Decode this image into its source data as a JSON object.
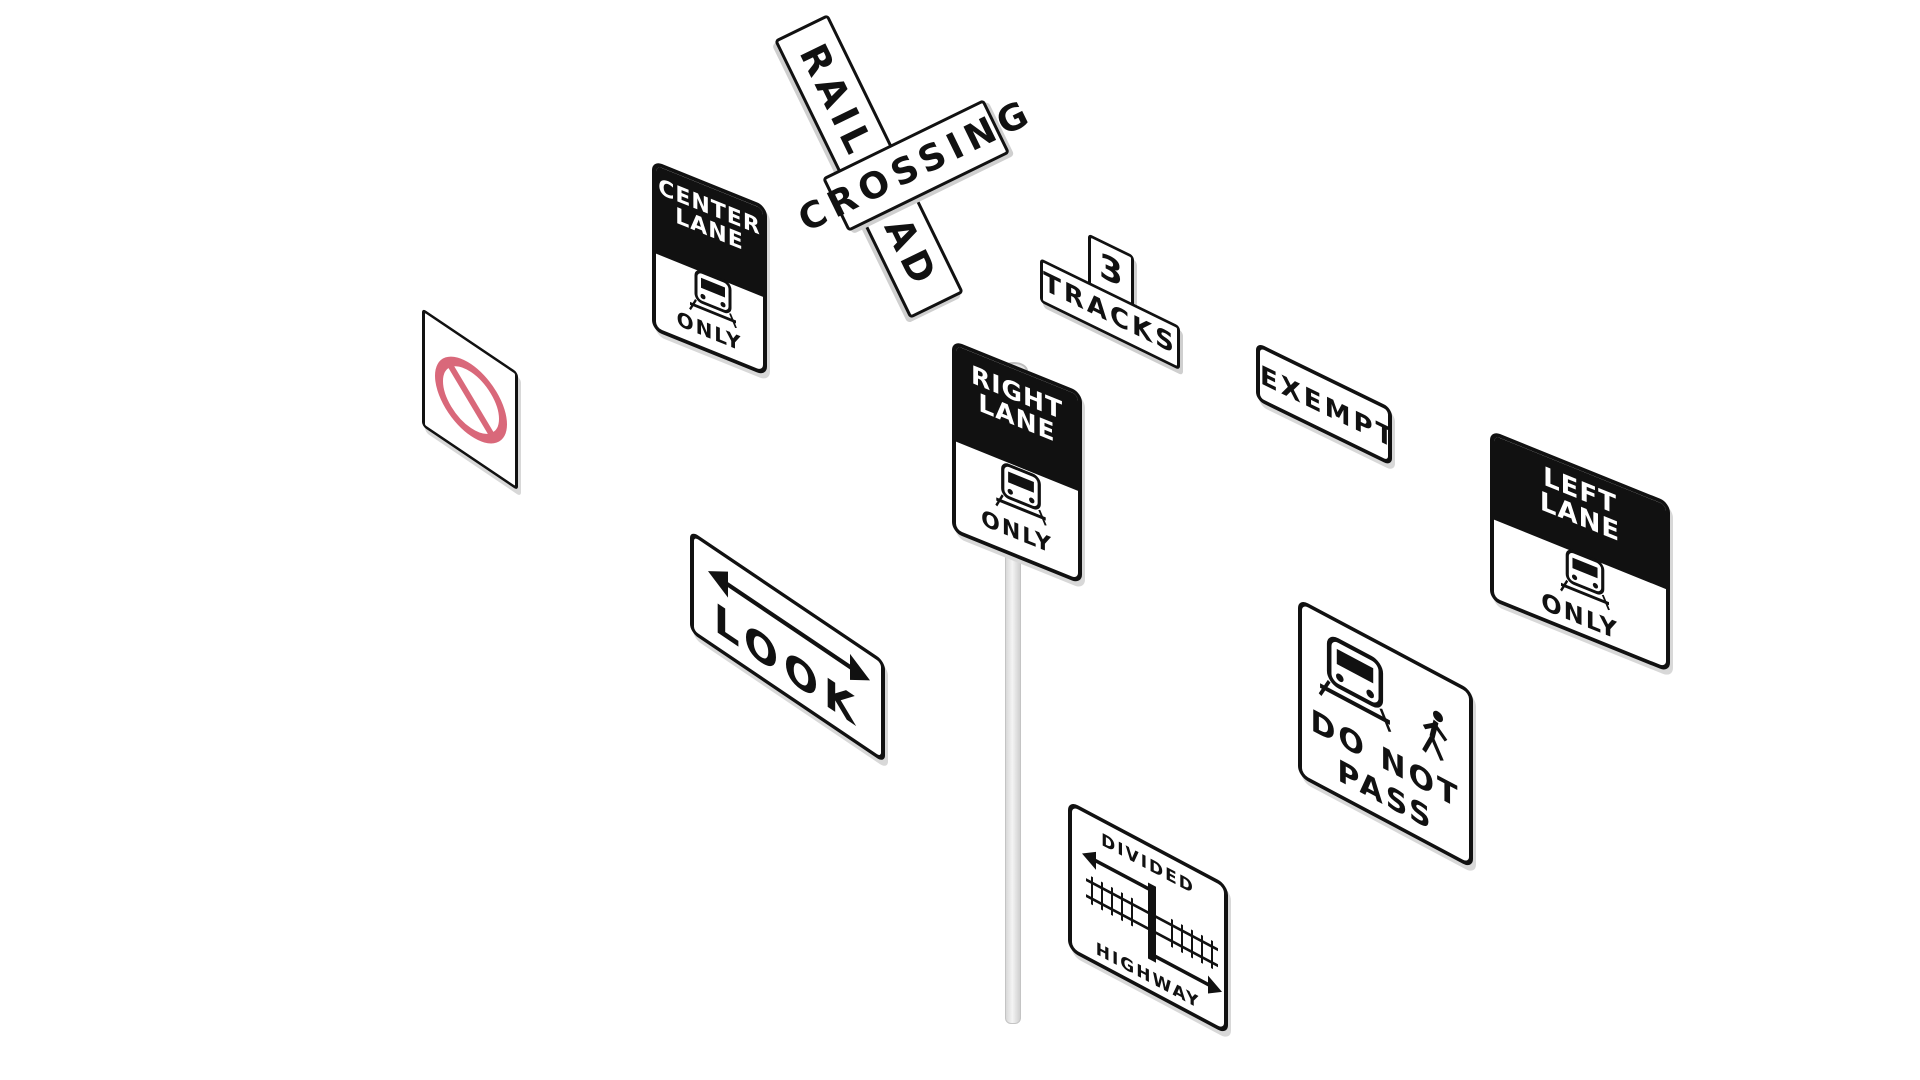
{
  "scene": {
    "background": "#ffffff",
    "sign_black": "#111111",
    "prohibition_red": "#d9687a"
  },
  "signs": {
    "crossbuck": {
      "board1": "RAILROAD",
      "board2": "CROSSING"
    },
    "tracks": {
      "number": "3",
      "label": "TRACKS"
    },
    "center_lane": {
      "line1": "CENTER",
      "line2": "LANE",
      "bottom": "ONLY",
      "icon": "train-icon"
    },
    "right_lane": {
      "line1": "RIGHT",
      "line2": "LANE",
      "bottom": "ONLY",
      "icon": "train-icon"
    },
    "left_lane": {
      "line1": "LEFT",
      "line2": "LANE",
      "bottom": "ONLY",
      "icon": "train-icon"
    },
    "exempt": {
      "text": "EXEMPT"
    },
    "look": {
      "text": "LOOK",
      "icon": "double-arrow-icon"
    },
    "do_not_pass": {
      "line1": "DO NOT",
      "line2": "PASS",
      "icons": [
        "train-icon",
        "pedestrian-icon"
      ]
    },
    "divided_highway": {
      "top": "DIVIDED",
      "bottom": "HIGHWAY",
      "icon": "divided-highway-crossing-icon"
    },
    "prohibition": {
      "icon": "prohibition-icon"
    }
  }
}
